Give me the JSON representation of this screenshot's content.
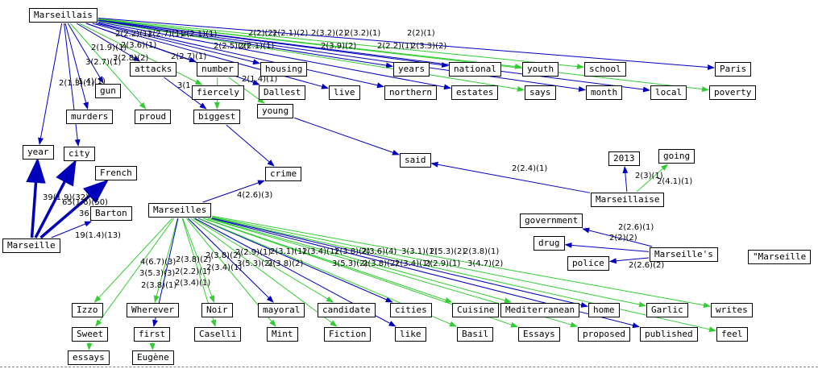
{
  "colors": {
    "blue": "#0000bb",
    "green": "#33cc33",
    "hub": "#ffff00",
    "box_border": "#000000"
  },
  "nodes": [
    {
      "id": "Marseillais",
      "label": "Marseillais",
      "hub": true
    },
    {
      "id": "Marseille",
      "label": "Marseille",
      "hub": true
    },
    {
      "id": "Marseilles",
      "label": "Marseilles",
      "hub": true
    },
    {
      "id": "Marseillaise",
      "label": "Marseillaise",
      "hub": true
    },
    {
      "id": "Marseilles2",
      "label": "Marseille's",
      "hub": true
    },
    {
      "id": "QMarseille",
      "label": "\"Marseille",
      "hub": true
    },
    {
      "id": "gun",
      "label": "gun"
    },
    {
      "id": "attacks",
      "label": "attacks"
    },
    {
      "id": "number",
      "label": "number"
    },
    {
      "id": "housing",
      "label": "housing"
    },
    {
      "id": "years",
      "label": "years"
    },
    {
      "id": "national",
      "label": "national"
    },
    {
      "id": "youth",
      "label": "youth"
    },
    {
      "id": "school",
      "label": "school"
    },
    {
      "id": "Paris",
      "label": "Paris"
    },
    {
      "id": "fiercely",
      "label": "fiercely"
    },
    {
      "id": "Dallest",
      "label": "Dallest"
    },
    {
      "id": "live",
      "label": "live"
    },
    {
      "id": "northern",
      "label": "northern"
    },
    {
      "id": "estates",
      "label": "estates"
    },
    {
      "id": "says",
      "label": "says"
    },
    {
      "id": "month",
      "label": "month"
    },
    {
      "id": "local",
      "label": "local"
    },
    {
      "id": "poverty",
      "label": "poverty"
    },
    {
      "id": "murders",
      "label": "murders"
    },
    {
      "id": "proud",
      "label": "proud"
    },
    {
      "id": "biggest",
      "label": "biggest"
    },
    {
      "id": "young",
      "label": "young"
    },
    {
      "id": "year",
      "label": "year"
    },
    {
      "id": "city",
      "label": "city"
    },
    {
      "id": "French",
      "label": "French"
    },
    {
      "id": "Barton",
      "label": "Barton"
    },
    {
      "id": "crime",
      "label": "crime"
    },
    {
      "id": "said",
      "label": "said"
    },
    {
      "id": "n2013",
      "label": "2013"
    },
    {
      "id": "going",
      "label": "going"
    },
    {
      "id": "government",
      "label": "government"
    },
    {
      "id": "drug",
      "label": "drug"
    },
    {
      "id": "police",
      "label": "police"
    },
    {
      "id": "Izzo",
      "label": "Izzo"
    },
    {
      "id": "Wherever",
      "label": "Wherever"
    },
    {
      "id": "Noir",
      "label": "Noir"
    },
    {
      "id": "mayoral",
      "label": "mayoral"
    },
    {
      "id": "candidate",
      "label": "candidate"
    },
    {
      "id": "cities",
      "label": "cities"
    },
    {
      "id": "Cuisine",
      "label": "Cuisine"
    },
    {
      "id": "Mediterranean",
      "label": "Mediterranean"
    },
    {
      "id": "home",
      "label": "home"
    },
    {
      "id": "Garlic",
      "label": "Garlic"
    },
    {
      "id": "writes",
      "label": "writes"
    },
    {
      "id": "Sweet",
      "label": "Sweet"
    },
    {
      "id": "first",
      "label": "first"
    },
    {
      "id": "Caselli",
      "label": "Caselli"
    },
    {
      "id": "Mint",
      "label": "Mint"
    },
    {
      "id": "Fiction",
      "label": "Fiction"
    },
    {
      "id": "like",
      "label": "like"
    },
    {
      "id": "Basil",
      "label": "Basil"
    },
    {
      "id": "Essays",
      "label": "Essays"
    },
    {
      "id": "proposed",
      "label": "proposed"
    },
    {
      "id": "published",
      "label": "published"
    },
    {
      "id": "feel",
      "label": "feel"
    },
    {
      "id": "essays",
      "label": "essays"
    },
    {
      "id": "Eugene",
      "label": "Eugène"
    }
  ],
  "edges": [
    {
      "from": "Marseillais",
      "to": "gun",
      "color": "blue"
    },
    {
      "from": "Marseillais",
      "to": "attacks",
      "color": "blue"
    },
    {
      "from": "Marseillais",
      "to": "number",
      "color": "blue"
    },
    {
      "from": "Marseillais",
      "to": "housing",
      "color": "blue"
    },
    {
      "from": "Marseillais",
      "to": "years",
      "color": "blue"
    },
    {
      "from": "Marseillais",
      "to": "national",
      "color": "blue"
    },
    {
      "from": "Marseillais",
      "to": "youth",
      "color": "green"
    },
    {
      "from": "Marseillais",
      "to": "school",
      "color": "green"
    },
    {
      "from": "Marseillais",
      "to": "Paris",
      "color": "blue"
    },
    {
      "from": "Marseillais",
      "to": "fiercely",
      "color": "green"
    },
    {
      "from": "Marseillais",
      "to": "Dallest",
      "color": "blue"
    },
    {
      "from": "Marseillais",
      "to": "live",
      "color": "blue"
    },
    {
      "from": "Marseillais",
      "to": "northern",
      "color": "blue"
    },
    {
      "from": "Marseillais",
      "to": "estates",
      "color": "blue"
    },
    {
      "from": "Marseillais",
      "to": "says",
      "color": "green"
    },
    {
      "from": "Marseillais",
      "to": "month",
      "color": "blue"
    },
    {
      "from": "Marseillais",
      "to": "local",
      "color": "blue"
    },
    {
      "from": "Marseillais",
      "to": "poverty",
      "color": "green"
    },
    {
      "from": "Marseillais",
      "to": "murders",
      "color": "blue"
    },
    {
      "from": "Marseillais",
      "to": "proud",
      "color": "green"
    },
    {
      "from": "Marseillais",
      "to": "year",
      "color": "blue"
    },
    {
      "from": "Marseillais",
      "to": "city",
      "color": "blue"
    },
    {
      "from": "attacks",
      "to": "biggest",
      "color": "blue"
    },
    {
      "from": "number",
      "to": "biggest",
      "color": "green"
    },
    {
      "from": "biggest",
      "to": "crime",
      "color": "blue"
    },
    {
      "from": "number",
      "to": "young",
      "color": "green"
    },
    {
      "from": "young",
      "to": "said",
      "color": "blue"
    },
    {
      "from": "Marseillaise",
      "to": "said",
      "color": "blue"
    },
    {
      "from": "Marseillaise",
      "to": "n2013",
      "color": "blue"
    },
    {
      "from": "Marseillaise",
      "to": "going",
      "color": "green"
    },
    {
      "from": "Marseille",
      "to": "year",
      "color": "blue",
      "thick": true
    },
    {
      "from": "Marseille",
      "to": "city",
      "color": "blue",
      "thick": true
    },
    {
      "from": "Marseille",
      "to": "French",
      "color": "blue",
      "thick": true
    },
    {
      "from": "Marseille",
      "to": "Barton",
      "color": "blue"
    },
    {
      "from": "Marseilles",
      "to": "crime",
      "color": "blue"
    },
    {
      "from": "Marseilles2",
      "to": "government",
      "color": "blue"
    },
    {
      "from": "Marseilles2",
      "to": "drug",
      "color": "blue"
    },
    {
      "from": "Marseilles2",
      "to": "police",
      "color": "blue"
    },
    {
      "from": "Marseilles",
      "to": "Izzo",
      "color": "green"
    },
    {
      "from": "Marseilles",
      "to": "Wherever",
      "color": "green"
    },
    {
      "from": "Marseilles",
      "to": "Noir",
      "color": "green"
    },
    {
      "from": "Marseilles",
      "to": "mayoral",
      "color": "blue"
    },
    {
      "from": "Marseilles",
      "to": "candidate",
      "color": "green"
    },
    {
      "from": "Marseilles",
      "to": "cities",
      "color": "blue"
    },
    {
      "from": "Marseilles",
      "to": "Cuisine",
      "color": "green"
    },
    {
      "from": "Marseilles",
      "to": "Mediterranean",
      "color": "green"
    },
    {
      "from": "Marseilles",
      "to": "home",
      "color": "blue"
    },
    {
      "from": "Marseilles",
      "to": "Garlic",
      "color": "green"
    },
    {
      "from": "Marseilles",
      "to": "writes",
      "color": "green"
    },
    {
      "from": "Marseilles",
      "to": "Sweet",
      "color": "green"
    },
    {
      "from": "Marseilles",
      "to": "first",
      "color": "blue"
    },
    {
      "from": "Marseilles",
      "to": "Caselli",
      "color": "green"
    },
    {
      "from": "Marseilles",
      "to": "Mint",
      "color": "green"
    },
    {
      "from": "Marseilles",
      "to": "Fiction",
      "color": "green"
    },
    {
      "from": "Marseilles",
      "to": "like",
      "color": "blue"
    },
    {
      "from": "Marseilles",
      "to": "Basil",
      "color": "green"
    },
    {
      "from": "Marseilles",
      "to": "Essays",
      "color": "green"
    },
    {
      "from": "Marseilles",
      "to": "proposed",
      "color": "green"
    },
    {
      "from": "Marseilles",
      "to": "published",
      "color": "blue"
    },
    {
      "from": "Marseilles",
      "to": "feel",
      "color": "green"
    },
    {
      "from": "Sweet",
      "to": "essays",
      "color": "green"
    },
    {
      "from": "first",
      "to": "Eugene",
      "color": "green"
    }
  ],
  "edge_labels": [
    "2(2.2)(1)",
    "2(2.7)(1)",
    "2(2.1)(1)",
    "2(2)(2)",
    "2(2.1)(2)",
    "2(3.2)(2)",
    "2(3.2)(1)",
    "2(2)(1)",
    "2(1.9)(1)",
    "2(3.6)(1)",
    "2(2.5)(2)",
    "2(2.1)(1)",
    "2(3.9)(2)",
    "2(2.2)(1)",
    "2(3.3)(2)",
    "3(2.7)(1)",
    "3(2.8)(2)",
    "2(2.7)(1)",
    "2(1.3)(1)",
    "(1.4)(1)",
    "2(1.4)(1)",
    "3(1",
    "39(1.9)(32)",
    "65(1.6)(50)",
    "36",
    "19(1.4)(13)",
    "4(2.6)(3)",
    "2(2.4)(1)",
    "2(3)(1)",
    "2(4.1)(1)",
    "2(2.6)(1)",
    "2(2)(2)",
    "2(2.6)(2)",
    "4(6.7)(3)",
    "3(5.3)(3)",
    "2(3.8)(1)",
    "2(3.8)(2)",
    "2(2.2)(1)",
    "2(3.4)(1)",
    "2(3.4)(1)",
    "2(3.8)(2)",
    "2(2.9)(1)",
    "3(5.3)(2)",
    "2(3.8)(2)",
    "2(3.1)(1)",
    "2(3.4)(1)",
    "2(3.8)(2)",
    "2(3.6)(4)",
    "3(5.3)(2)",
    "2(3.8)(2)",
    "2(3.4)(1)",
    "2(2.9)(1)",
    "3(3.1)(1)",
    "2(5.3)(2)",
    "2(3.8)(1)",
    "3(4.7)(2)"
  ]
}
